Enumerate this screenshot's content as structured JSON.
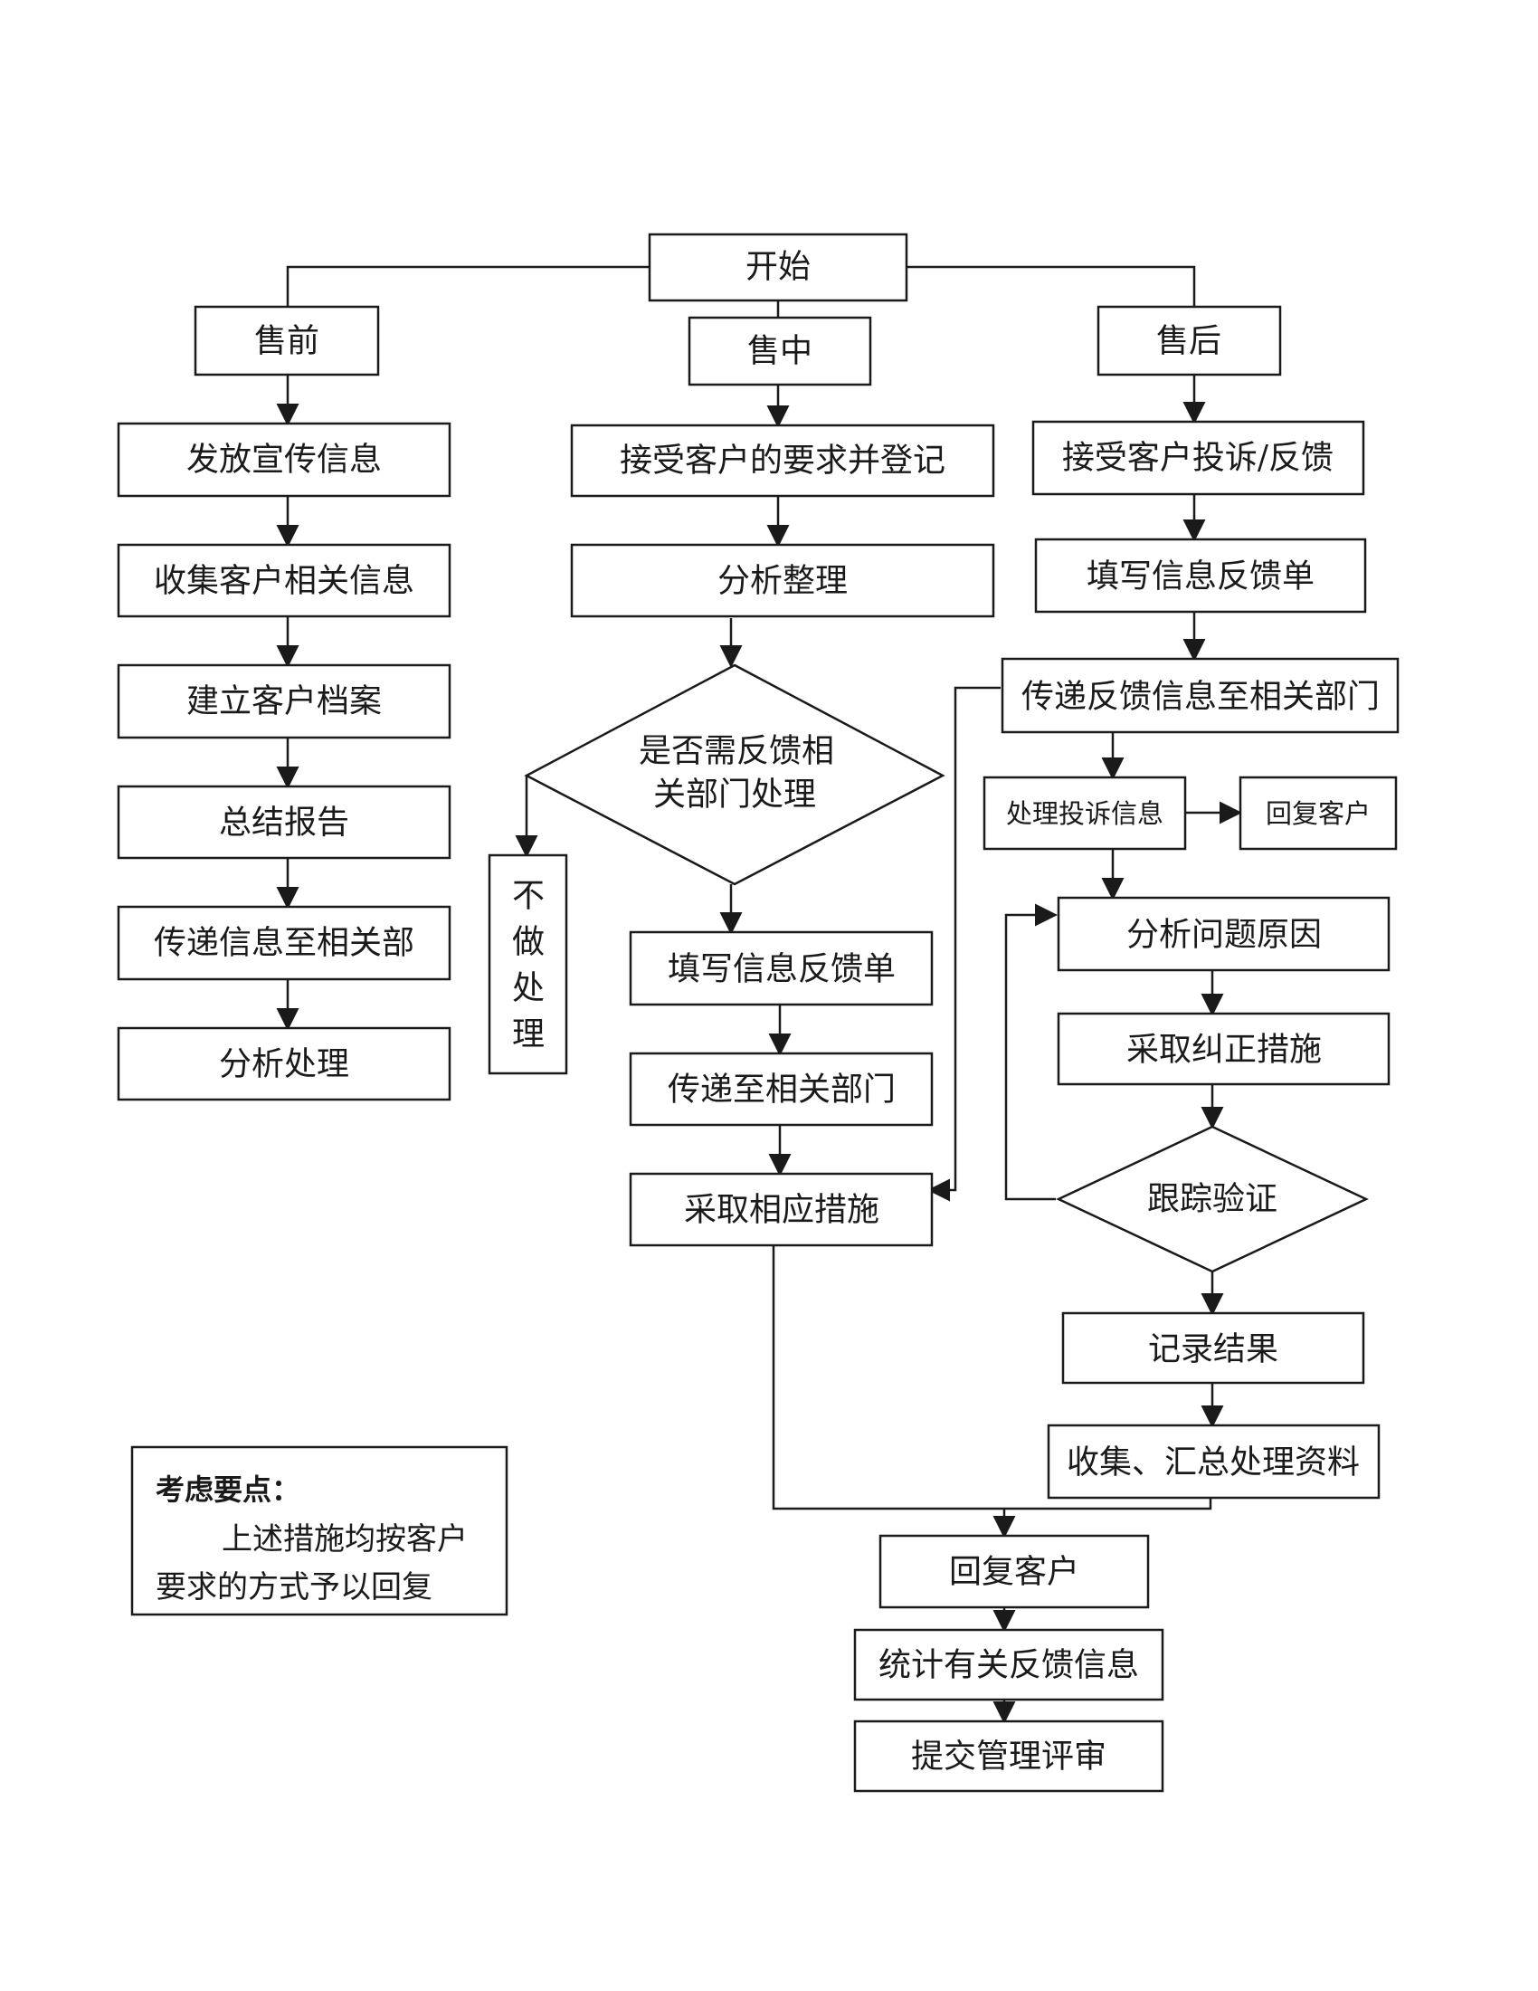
{
  "diagram": {
    "start": "开始",
    "presale": {
      "header": "售前",
      "steps": [
        "发放宣传信息",
        "收集客户相关信息",
        "建立客户档案",
        "总结报告",
        "传递信息至相关部",
        "分析处理"
      ]
    },
    "insale": {
      "header": "售中",
      "register": "接受客户的要求并登记",
      "analyze": "分析整理",
      "decision_line1": "是否需反馈相",
      "decision_line2": "关部门处理",
      "no_action": [
        "不",
        "做",
        "处",
        "理"
      ],
      "fill_form": "填写信息反馈单",
      "transfer": "传递至相关部门",
      "measures": "采取相应措施"
    },
    "aftersale": {
      "header": "售后",
      "receive": "接受客户投诉/反馈",
      "fill_form": "填写信息反馈单",
      "transfer": "传递反馈信息至相关部门",
      "handle": "处理投诉信息",
      "reply_customer": "回复客户",
      "analyze_cause": "分析问题原因",
      "corrective": "采取纠正措施",
      "verify": "跟踪验证",
      "record": "记录结果",
      "collect": "收集、汇总处理资料"
    },
    "final": {
      "reply": "回复客户",
      "stats": "统计有关反馈信息",
      "submit": "提交管理评审"
    },
    "note": {
      "title": "考虑要点：",
      "line1": "上述措施均按客户",
      "line2": "要求的方式予以回复"
    }
  }
}
